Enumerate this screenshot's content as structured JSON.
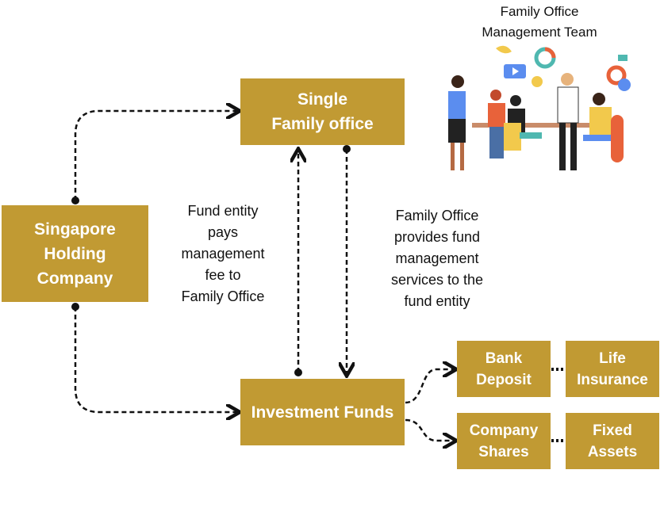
{
  "team_title": [
    "Family Office",
    "Management Team"
  ],
  "boxes": {
    "single_family_office": [
      "Single",
      "Family office"
    ],
    "holding_company": [
      "Singapore",
      "Holding",
      "Company"
    ],
    "investment_funds": "Investment Funds",
    "bank_deposit": [
      "Bank",
      "Deposit"
    ],
    "life_insurance": [
      "Life",
      "Insurance"
    ],
    "company_shares": [
      "Company",
      "Shares"
    ],
    "fixed_assets": [
      "Fixed",
      "Assets"
    ]
  },
  "labels": {
    "fee": [
      "Fund entity",
      "pays",
      "management",
      "fee to",
      "Family Office"
    ],
    "services": [
      "Family Office",
      "provides fund",
      "management",
      "services to the",
      "fund entity"
    ]
  },
  "colors": {
    "box": "#C19A33",
    "line": "#111111"
  }
}
